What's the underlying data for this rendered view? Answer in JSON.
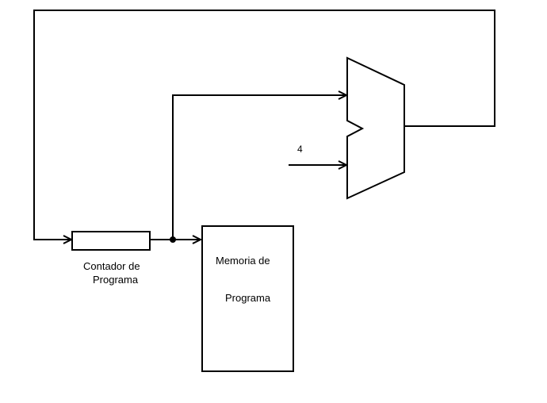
{
  "diagram": {
    "pc_label_line1": "Contador de",
    "pc_label_line2": "Programa",
    "memory_label_line1": "Memoria de",
    "memory_label_line2": "Programa",
    "constant_input": "4"
  },
  "colors": {
    "stroke": "#000000",
    "background": "#ffffff"
  }
}
